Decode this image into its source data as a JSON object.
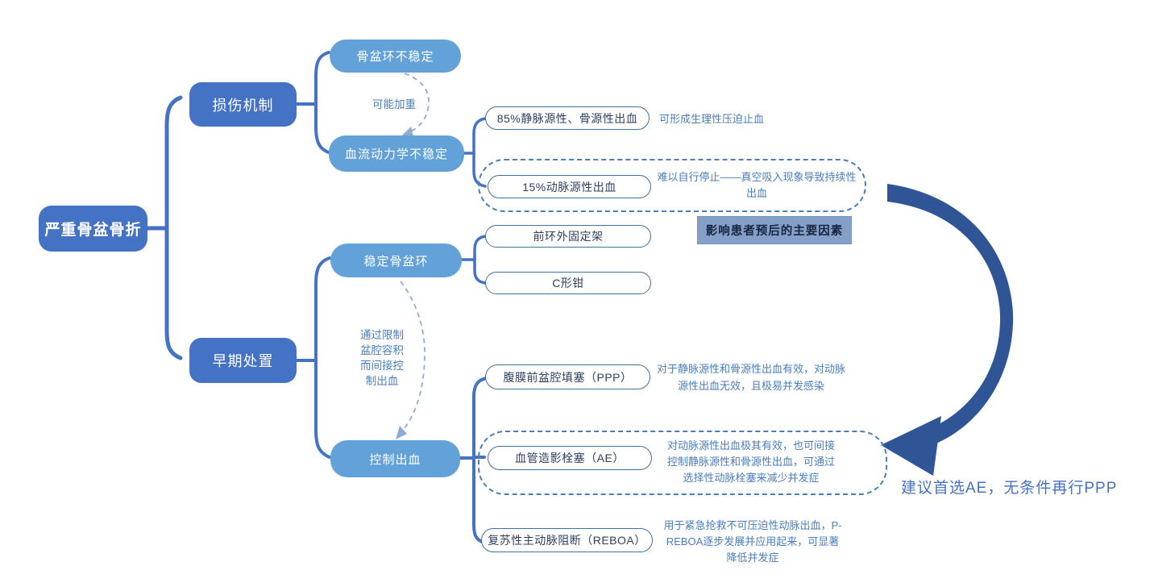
{
  "palette": {
    "primary_blue": "#4472C4",
    "light_blue": "#63A2D8",
    "pill_outline_blue": "#41719C",
    "note_blue": "#4A7EBB",
    "big_arrow_blue": "#2F5597",
    "prognosis_bg": "#84A0C9"
  },
  "root": {
    "label": "严重骨盆骨折"
  },
  "branch_mechanism": {
    "label": "损伤机制",
    "relation_label": "可能加重",
    "children": {
      "pelvic_ring": {
        "label": "骨盆环不稳定"
      },
      "hemodynamic": {
        "label": "血流动力学不稳定"
      }
    },
    "leaves": {
      "venous": {
        "label": "85%静脉源性、骨源性出血",
        "note": "可形成生理性压迫止血"
      },
      "arterial": {
        "label": "15%动脉源性出血",
        "note": "难以自行停止——真空吸入现象导致持续性出血"
      }
    },
    "prognosis_label": "影响患者预后的主要因素"
  },
  "branch_early": {
    "label": "早期处置",
    "relation_label": "通过限制盆腔容积而间接控制出血",
    "children": {
      "stabilize": {
        "label": "稳定骨盆环",
        "leaves": {
          "fixator": {
            "label": "前环外固定架"
          },
          "c_clamp": {
            "label": "C形钳"
          }
        }
      },
      "control": {
        "label": "控制出血",
        "leaves": {
          "ppp": {
            "label": "腹膜前盆腔填塞（PPP）",
            "note": "对于静脉源性和骨源性出血有效，对动脉源性出血无效，且极易并发感染"
          },
          "ae": {
            "label": "血管造影栓塞（AE）",
            "note": "对动脉源性出血极其有效，也可间接控制静脉源性和骨源性出血，可通过选择性动脉栓塞来减少并发症"
          },
          "reboa": {
            "label": "复苏性主动脉阻断（REBOA）",
            "note": "用于紧急抢救不可压迫性动脉出血，P-REBOA逐步发展并应用起来，可显著降低并发症"
          }
        }
      }
    }
  },
  "recommendation": "建议首选AE，无条件再行PPP"
}
